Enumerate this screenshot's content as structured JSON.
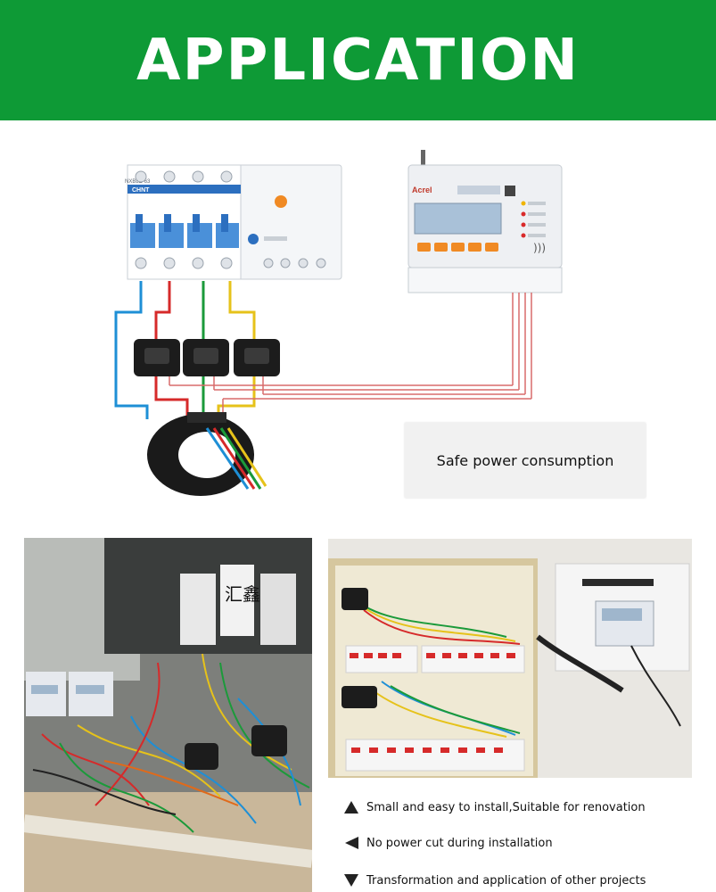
{
  "banner": {
    "title": "APPLICATION",
    "background": "#0e9a36",
    "text_color": "#ffffff"
  },
  "diagram": {
    "breaker_brand": "CHNT",
    "breaker_model": "NXBLE-63",
    "meter_brand": "Acrel",
    "wire_colors": {
      "blue": "#1e8fd6",
      "red": "#d62a2a",
      "green": "#1b9a3a",
      "yellow": "#e6c21a"
    }
  },
  "callout": {
    "text": "Safe power consumption"
  },
  "photos": {
    "left_label": "汇鑫"
  },
  "features": [
    {
      "icon": "triangle-up-icon",
      "text": "Small and easy to install,Suitable for renovation"
    },
    {
      "icon": "triangle-left-icon",
      "text": "No power cut during installation"
    },
    {
      "icon": "triangle-down-icon",
      "text": "Transformation and application of other projects"
    }
  ]
}
